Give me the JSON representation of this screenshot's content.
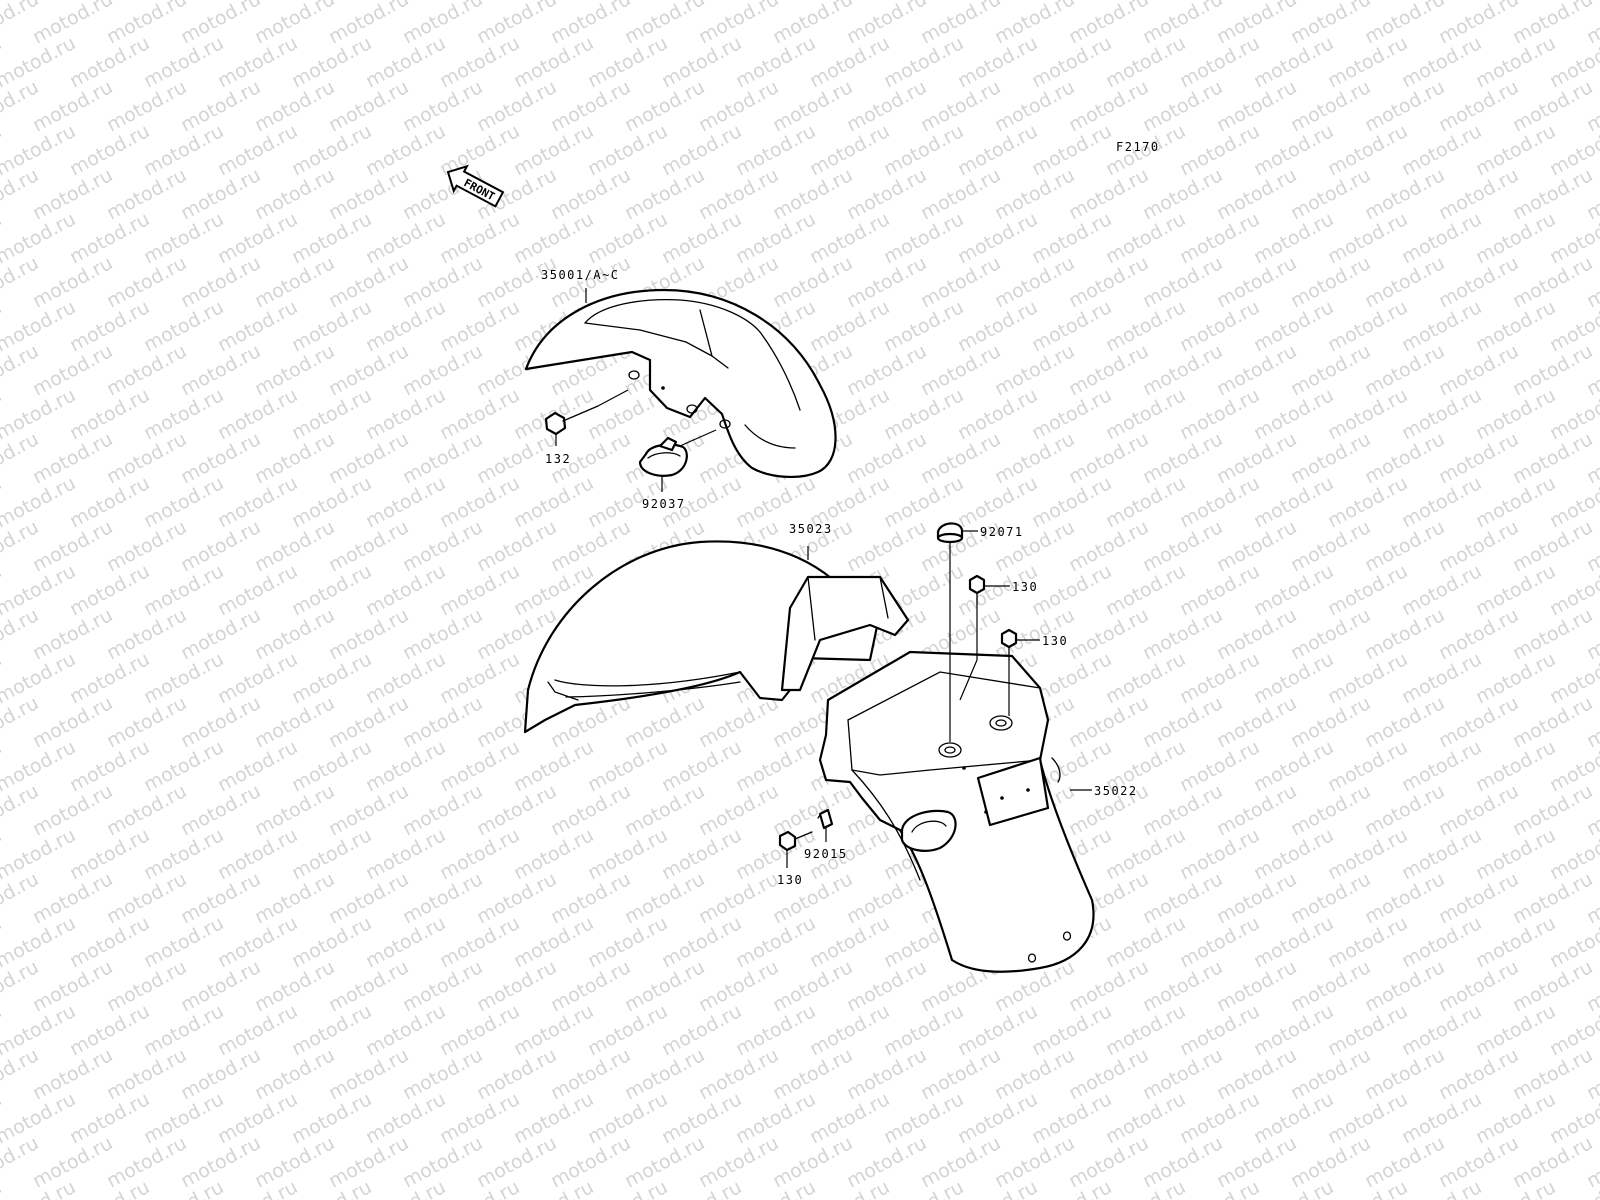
{
  "watermark": {
    "text": "motod.ru",
    "color": "#d4d4d4"
  },
  "figure_code": "F2170",
  "front_arrow": {
    "label": "FRONT"
  },
  "labels": {
    "front_fender": "35001/A~C",
    "bolt_front": "132",
    "grommet_front": "92037",
    "rear_fender_front": "35023",
    "cap_top": "92071",
    "bolt_right_1": "130",
    "bolt_right_2": "130",
    "rear_fender_rear": "35022",
    "nut_clip": "92015",
    "bolt_bottom": "130"
  }
}
